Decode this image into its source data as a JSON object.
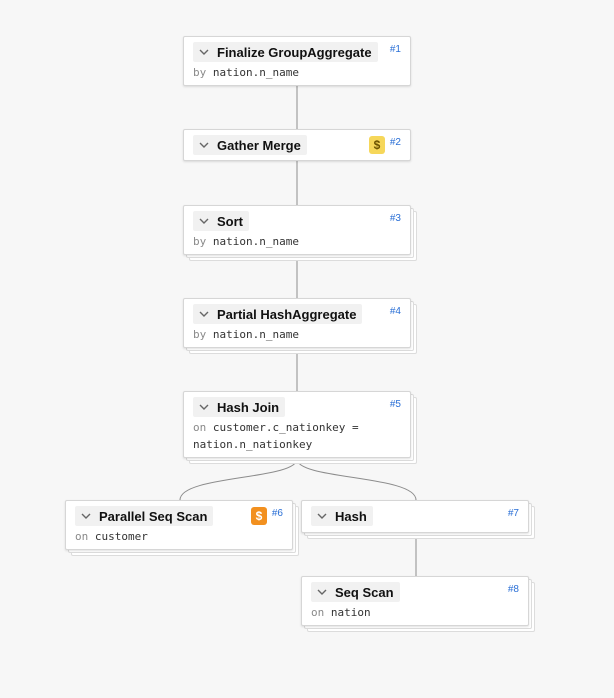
{
  "nodes": [
    {
      "id": "n1",
      "title": "Finalize GroupAggregate",
      "number": "#1",
      "detail_kw": "by",
      "detail": "nation.n_name",
      "cost_icon": null
    },
    {
      "id": "n2",
      "title": "Gather Merge",
      "number": "#2",
      "detail_kw": "",
      "detail": "",
      "cost_icon": "yellow-dollar-icon"
    },
    {
      "id": "n3",
      "title": "Sort",
      "number": "#3",
      "detail_kw": "by",
      "detail": "nation.n_name",
      "cost_icon": null
    },
    {
      "id": "n4",
      "title": "Partial HashAggregate",
      "number": "#4",
      "detail_kw": "by",
      "detail": "nation.n_name",
      "cost_icon": null
    },
    {
      "id": "n5",
      "title": "Hash Join",
      "number": "#5",
      "detail_kw": "on",
      "detail": "customer.c_nationkey = nation.n_nationkey",
      "cost_icon": null
    },
    {
      "id": "n6",
      "title": "Parallel Seq Scan",
      "number": "#6",
      "detail_kw": "on",
      "detail": "customer",
      "cost_icon": "orange-dollar-icon"
    },
    {
      "id": "n7",
      "title": "Hash",
      "number": "#7",
      "detail_kw": "",
      "detail": "",
      "cost_icon": null
    },
    {
      "id": "n8",
      "title": "Seq Scan",
      "number": "#8",
      "detail_kw": "on",
      "detail": "nation",
      "cost_icon": null
    }
  ],
  "cost_symbol": "$",
  "colors": {
    "edge": "#8c8c8c",
    "number": "#2a6fd6",
    "cost_yellow": "#f6d75a",
    "cost_orange": "#f2901f"
  }
}
